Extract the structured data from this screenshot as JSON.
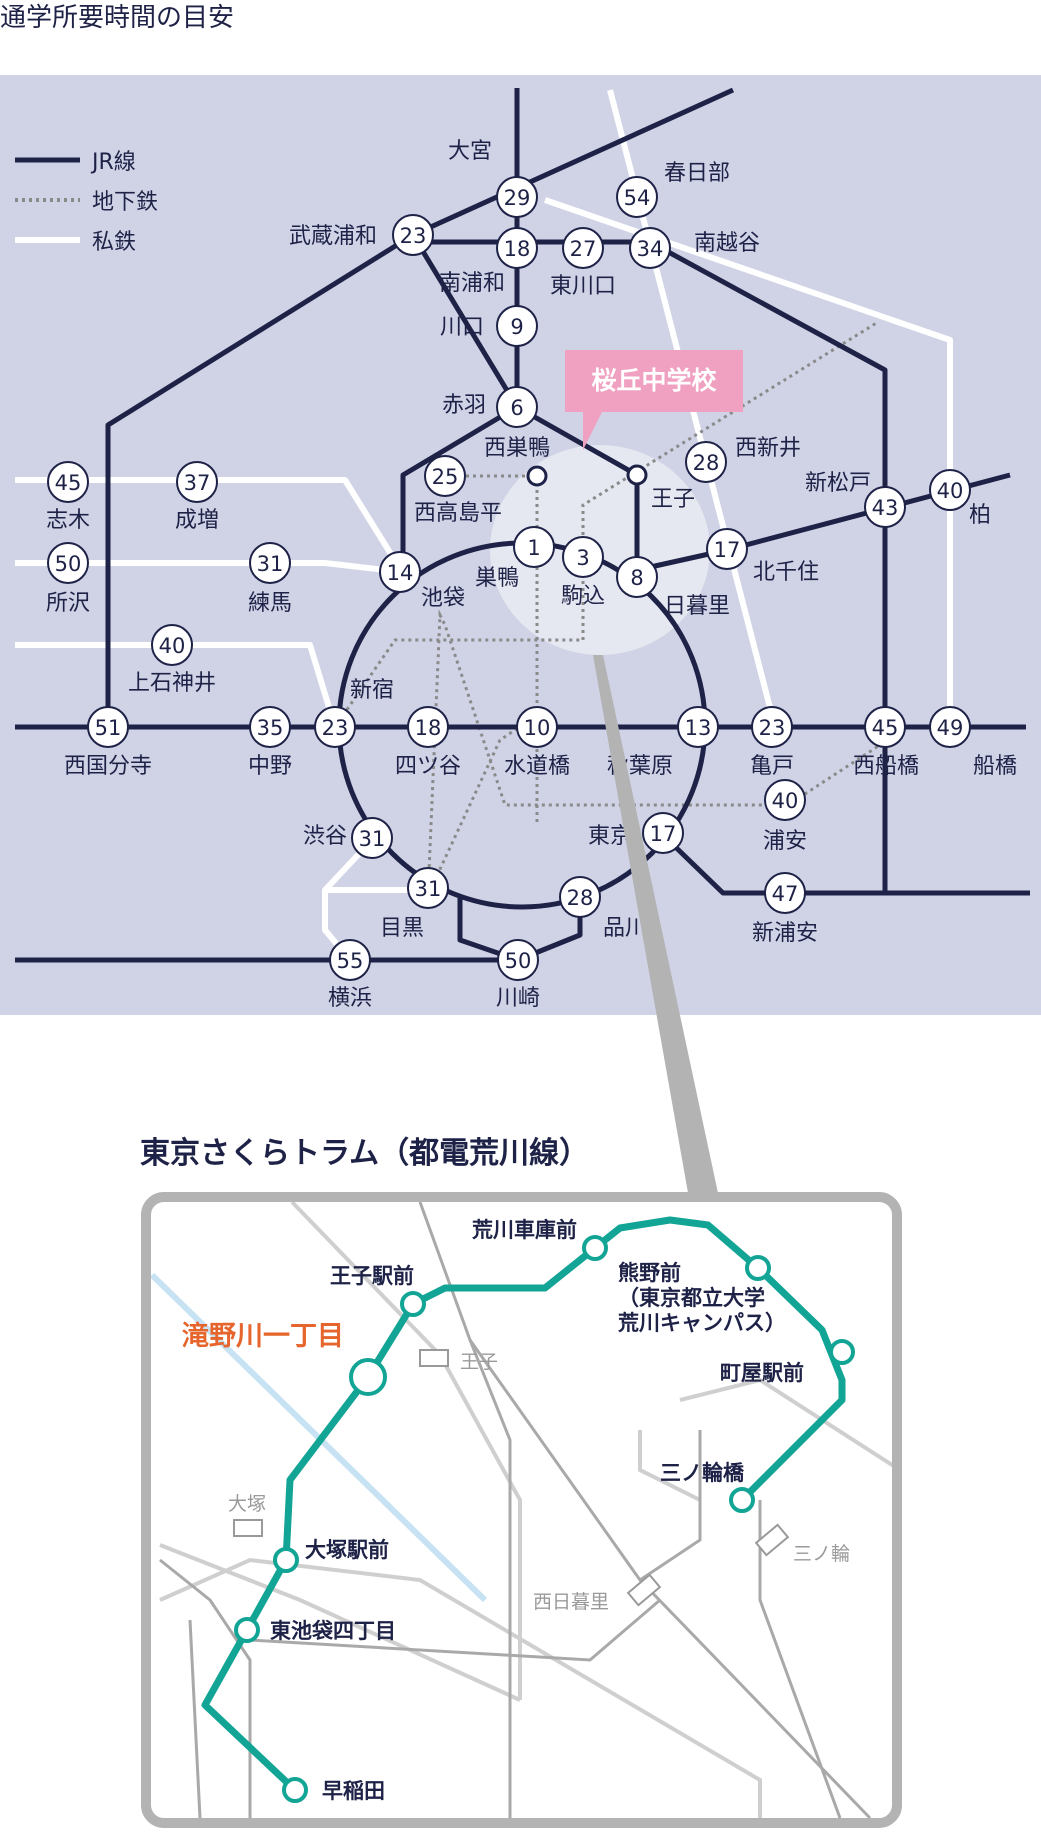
{
  "page": {
    "title": "通学所要時間の目安"
  },
  "legend": [
    {
      "style": "solid",
      "color": "#1e2247",
      "label": "JR線"
    },
    {
      "style": "dotted",
      "color": "#8a8a8a",
      "label": "地下鉄"
    },
    {
      "style": "white",
      "color": "#ffffff",
      "label": "私鉄"
    }
  ],
  "colors": {
    "map_background": "#d0d3e6",
    "jr_line": "#1e2247",
    "subway_line": "#8a8a8a",
    "private_line": "#ffffff",
    "school_callout": "#f0a0c0",
    "tram_line": "#12a495",
    "tram_highlight_station": "#e6652c",
    "tram_frame": "#b3b3b3"
  },
  "school": {
    "label": "桜丘中学校"
  },
  "stations": [
    {
      "name": "大宮",
      "minutes": "29"
    },
    {
      "name": "春日部",
      "minutes": "54"
    },
    {
      "name": "武蔵浦和",
      "minutes": "23"
    },
    {
      "name": "南浦和",
      "minutes": "18"
    },
    {
      "name": "東川口",
      "minutes": "27"
    },
    {
      "name": "南越谷",
      "minutes": "34"
    },
    {
      "name": "川口",
      "minutes": "9"
    },
    {
      "name": "赤羽",
      "minutes": "6"
    },
    {
      "name": "西巣鴨",
      "minutes": ""
    },
    {
      "name": "王子",
      "minutes": ""
    },
    {
      "name": "西新井",
      "minutes": "28"
    },
    {
      "name": "新松戸",
      "minutes": "43"
    },
    {
      "name": "柏",
      "minutes": "40"
    },
    {
      "name": "志木",
      "minutes": "45"
    },
    {
      "name": "成増",
      "minutes": "37"
    },
    {
      "name": "西高島平",
      "minutes": "25"
    },
    {
      "name": "所沢",
      "minutes": "50"
    },
    {
      "name": "練馬",
      "minutes": "31"
    },
    {
      "name": "池袋",
      "minutes": "14"
    },
    {
      "name": "巣鴨",
      "minutes": "1"
    },
    {
      "name": "駒込",
      "minutes": "3"
    },
    {
      "name": "日暮里",
      "minutes": "8"
    },
    {
      "name": "北千住",
      "minutes": "17"
    },
    {
      "name": "上石神井",
      "minutes": "40"
    },
    {
      "name": "新宿",
      "minutes": "23"
    },
    {
      "name": "西国分寺",
      "minutes": "51"
    },
    {
      "name": "中野",
      "minutes": "35"
    },
    {
      "name": "四ツ谷",
      "minutes": "18"
    },
    {
      "name": "水道橋",
      "minutes": "10"
    },
    {
      "name": "秋葉原",
      "minutes": "13"
    },
    {
      "name": "亀戸",
      "minutes": "23"
    },
    {
      "name": "西船橋",
      "minutes": "45"
    },
    {
      "name": "船橋",
      "minutes": "49"
    },
    {
      "name": "浦安",
      "minutes": "40"
    },
    {
      "name": "渋谷",
      "minutes": "31"
    },
    {
      "name": "東京",
      "minutes": "17"
    },
    {
      "name": "新浦安",
      "minutes": "47"
    },
    {
      "name": "目黒",
      "minutes": "31"
    },
    {
      "name": "品川",
      "minutes": "28"
    },
    {
      "name": "横浜",
      "minutes": "55"
    },
    {
      "name": "川崎",
      "minutes": "50"
    }
  ],
  "tram": {
    "title": "東京さくらトラム（都電荒川線）",
    "stops": [
      {
        "name": "早稲田"
      },
      {
        "name": "東池袋四丁目"
      },
      {
        "name": "大塚駅前"
      },
      {
        "name": "滝野川一丁目",
        "highlight": true
      },
      {
        "name": "王子駅前"
      },
      {
        "name": "荒川車庫前"
      },
      {
        "name": "熊野前\n（東京都立大学\n荒川キャンパス）"
      },
      {
        "name": "町屋駅前"
      },
      {
        "name": "三ノ輪橋"
      }
    ],
    "stop_lines": [
      "熊野前",
      "（東京都立大学",
      "荒川キャンパス）"
    ],
    "connecting": [
      "王子",
      "大塚",
      "西日暮里",
      "三ノ輪"
    ]
  }
}
